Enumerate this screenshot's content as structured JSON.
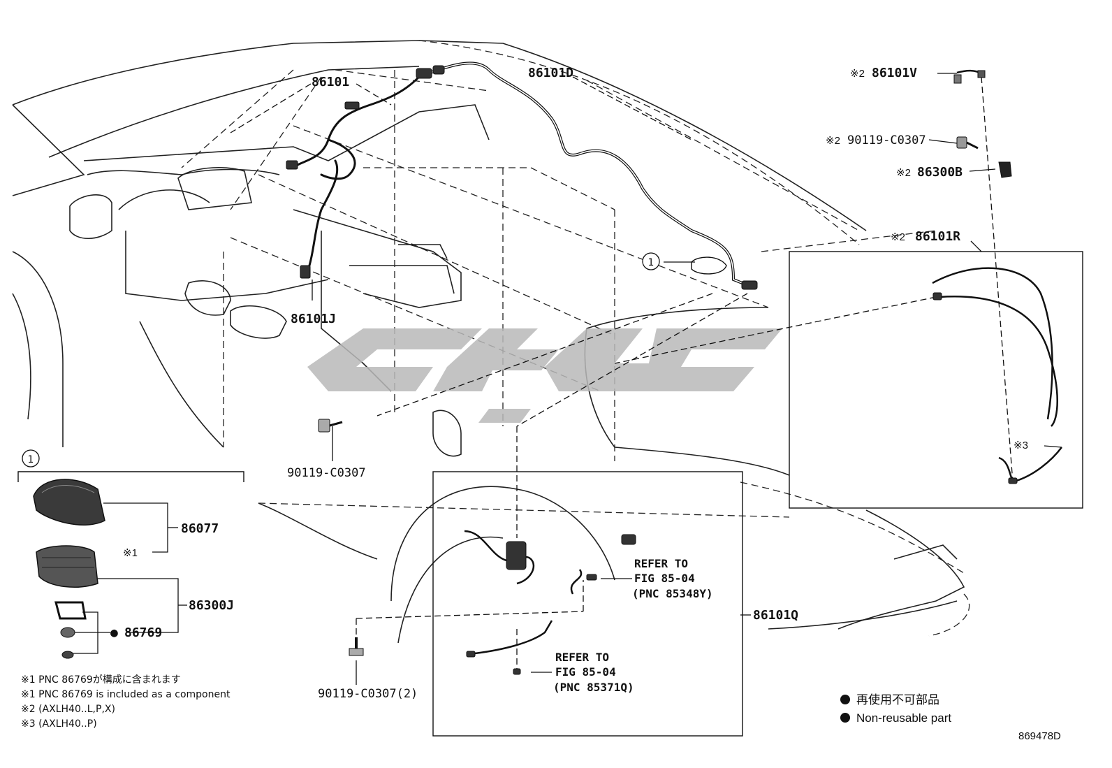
{
  "drawing_code": "869478D",
  "parts": {
    "p86101": "86101",
    "p86101D": "86101D",
    "p86101V": "86101V",
    "p90119_top": "90119-C0307",
    "p86300B": "86300B",
    "p86101R": "86101R",
    "p86101J": "86101J",
    "p90119_mid": "90119-C0307",
    "p86077": "86077",
    "p86300J": "86300J",
    "p86769": "86769",
    "p86101Q": "86101Q",
    "p90119_bot": "90119-C0307(2)"
  },
  "marks": {
    "x1": "※1",
    "x2": "※2",
    "x3": "※3",
    "circle1": "1",
    "dot": "●"
  },
  "refer1": {
    "line1": "REFER TO",
    "line2": "FIG 85-04",
    "line3": "(PNC 85348Y)"
  },
  "refer2": {
    "line1": "REFER TO",
    "line2": "FIG 85-04",
    "line3": "(PNC 85371Q)"
  },
  "notes": [
    "※1 PNC 86769が構成に含まれます",
    "※1 PNC 86769 is included as a component",
    "※2 (AXLH40..L,P,X)",
    "※3 (AXLH40..P)"
  ],
  "legend": {
    "jp": "再使用不可部品",
    "en": "Non-reusable part"
  }
}
